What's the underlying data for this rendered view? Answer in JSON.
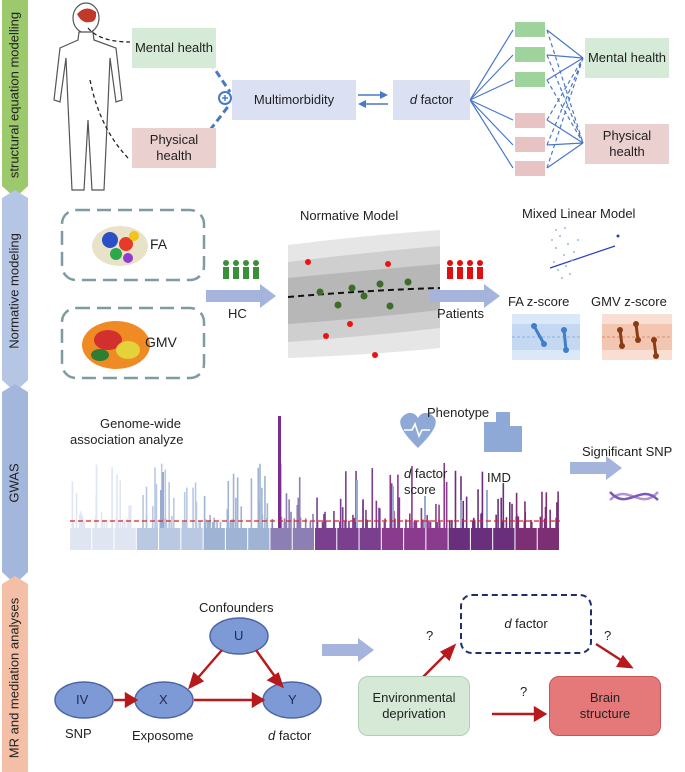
{
  "sections": {
    "sem": "structural equation modelling",
    "normative": "Normative modeling",
    "gwas": "GWAS",
    "mr": "MR and mediation analyses"
  },
  "sem": {
    "mental_health": "Mental health",
    "physical_health": "Physical health",
    "multimorbidity": "Multimorbidity",
    "plus": "+",
    "d_italic": "d",
    "d_factor_rest": " factor",
    "right_mental": "Mental health",
    "right_physical": "Physical health"
  },
  "normative": {
    "fa": "FA",
    "gmv": "GMV",
    "hc": "HC",
    "normative_model": "Normative Model",
    "patients": "Patients",
    "mixed_linear_model": "Mixed Linear Model",
    "fa_zscore": "FA z-score",
    "gmv_zscore": "GMV z-score"
  },
  "gwas": {
    "genome_line1": "Genome-wide",
    "genome_line2": "association analyze",
    "phenotype": "Phenotype",
    "d_italic": "d",
    "d_factor_rest": " factor",
    "score": "score",
    "imd": "IMD",
    "significant_snp": "Significant SNP"
  },
  "mr": {
    "confounders": "Confounders",
    "u": "U",
    "iv": "IV",
    "x": "X",
    "y": "Y",
    "snp": "SNP",
    "exposome": "Exposome",
    "d_italic": "d",
    "d_factor_rest": " factor",
    "q": "?",
    "d_factor_box_d": "d",
    "d_factor_box_rest": " factor",
    "env_line1": "Environmental",
    "env_line2": "deprivation",
    "brain_line1": "Brain",
    "brain_line2": "structure"
  },
  "colors": {
    "green_tag": "#9cc96b",
    "blue_tag": "#a9b9dc",
    "gwas_tag": "#a3b7dd",
    "mr_tag": "#f2b89f",
    "mental": "#d5ead7",
    "physical": "#ead0cf",
    "lavender": "#dbe1f3",
    "arrow_blue": "#4a78c8",
    "red_arrow": "#b7191c",
    "node_blue": "#7e9ad6",
    "brain_box": "#e5797a",
    "env_box": "#d6e9d7",
    "dark_navy": "#1f2d6c"
  }
}
